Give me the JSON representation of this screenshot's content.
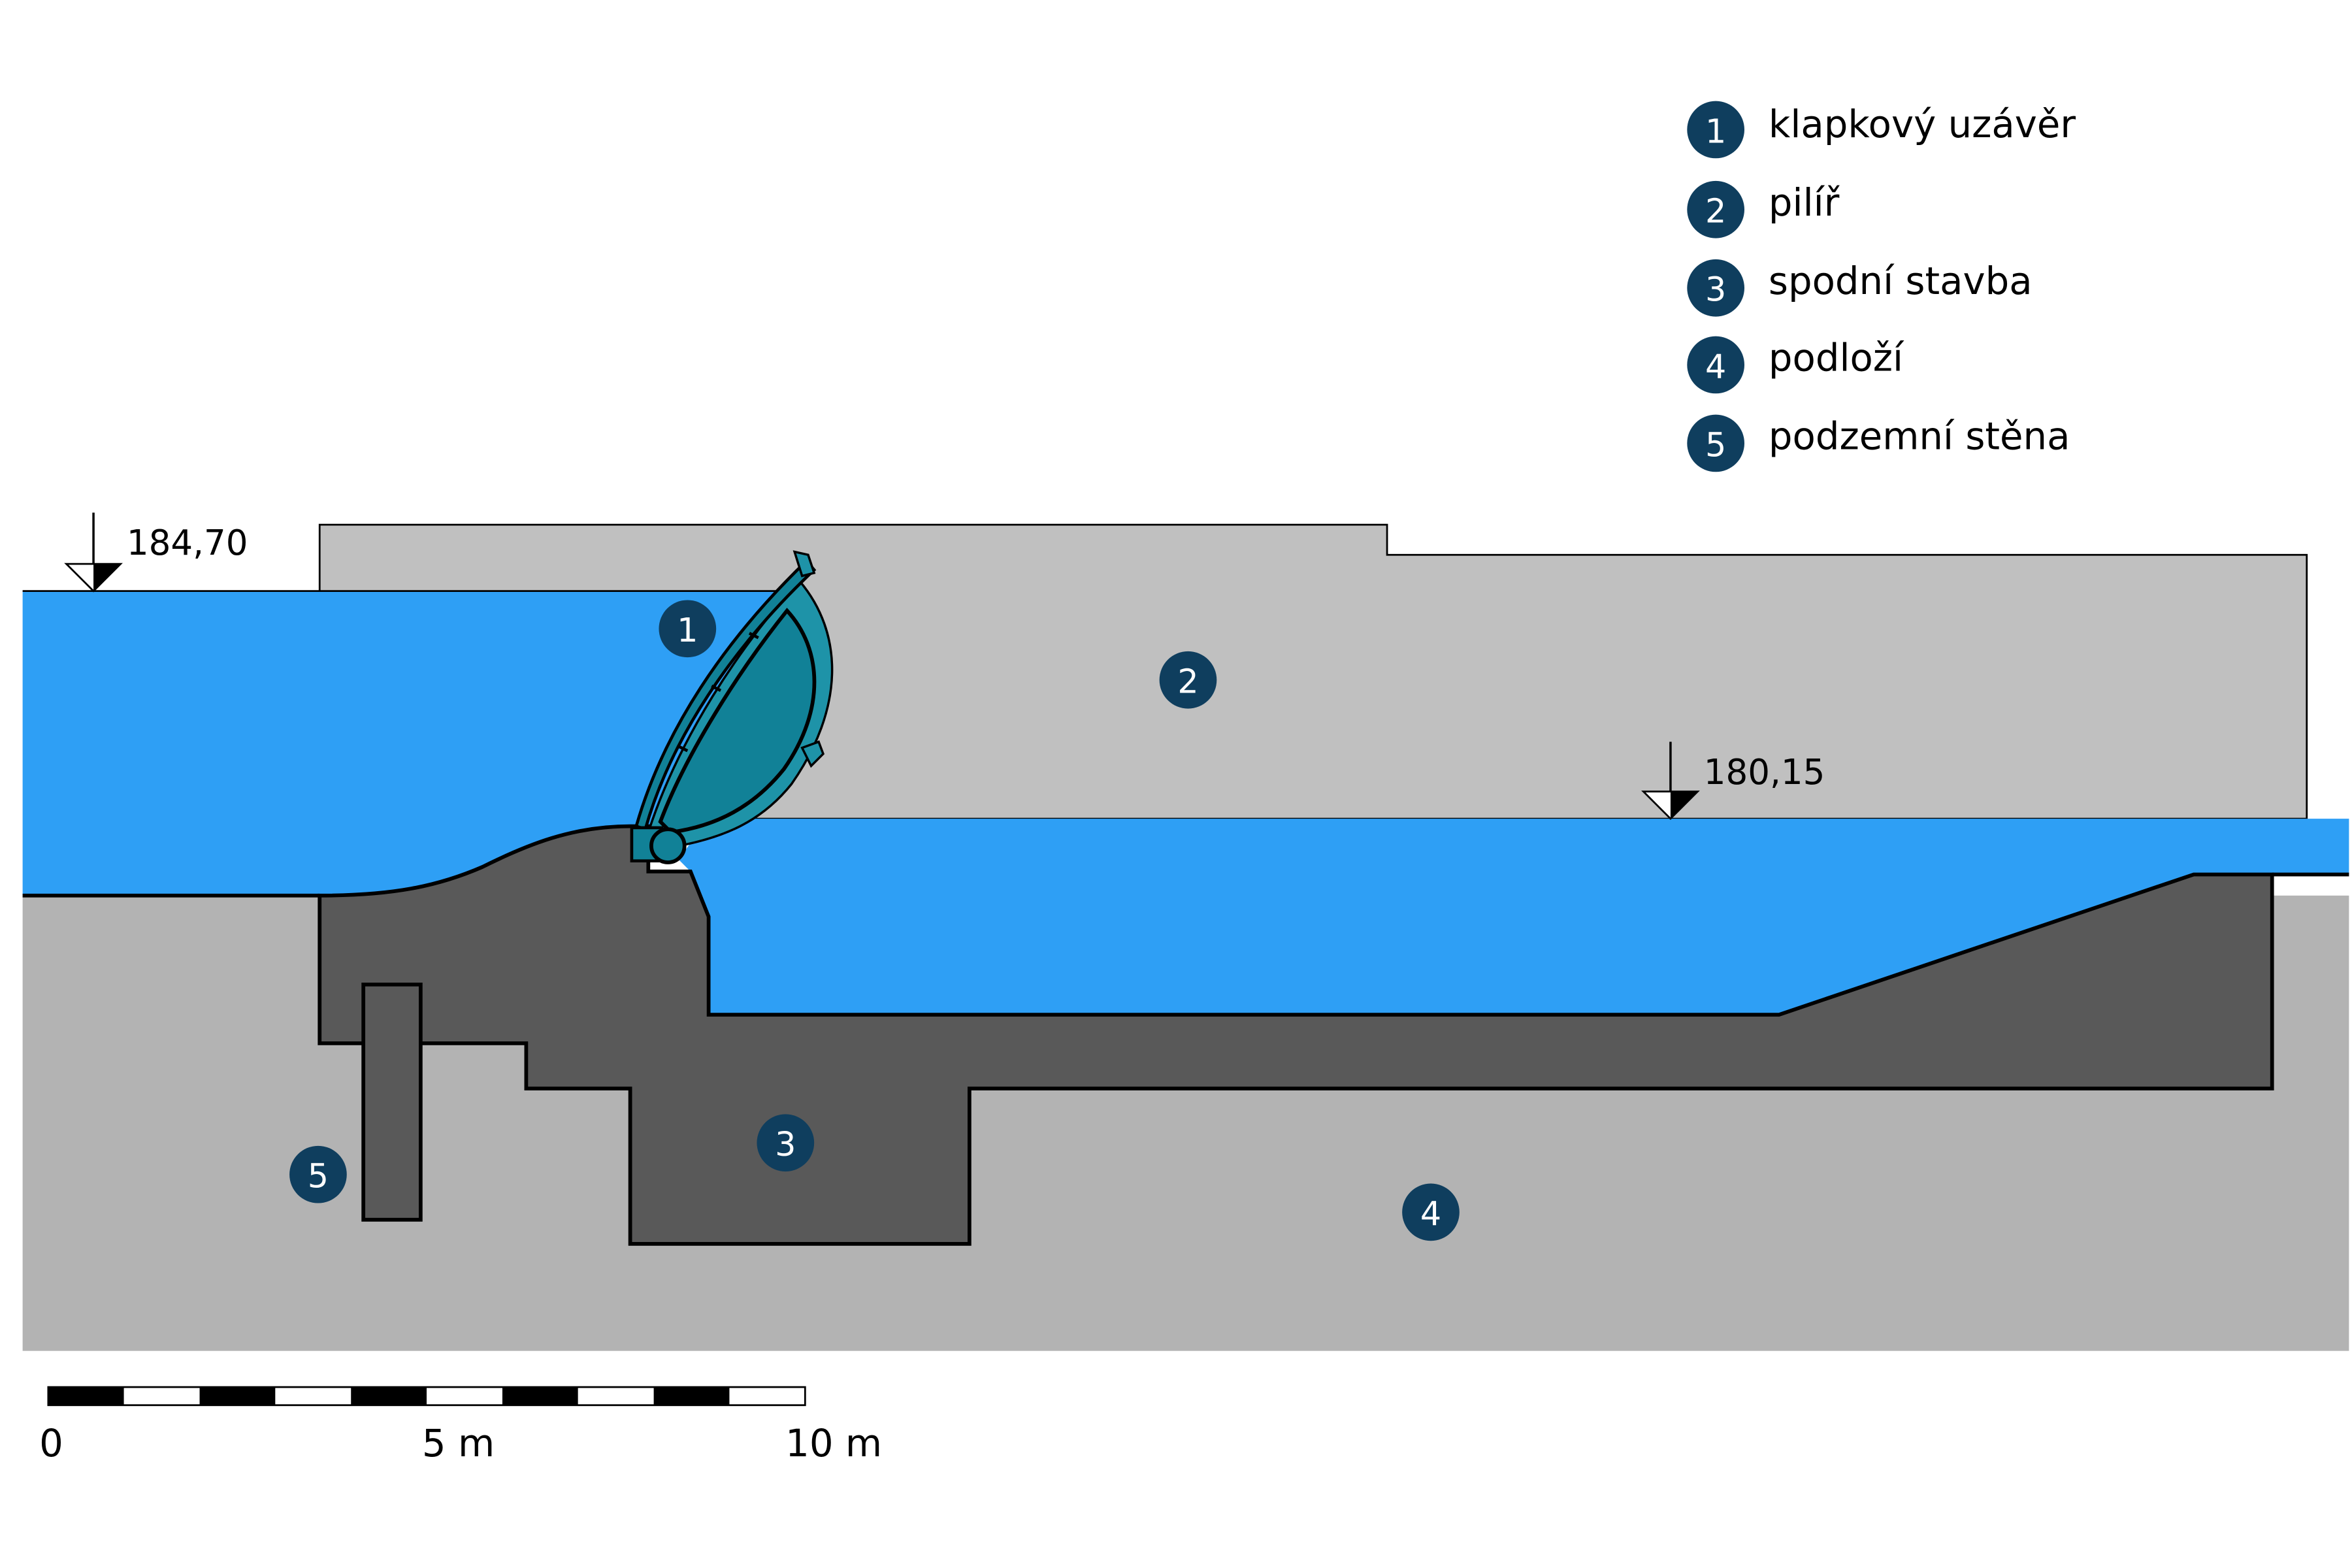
{
  "colors": {
    "water": "#2E9FF5",
    "ground": "#B3B3B3",
    "pier": "#C0C0C0",
    "concrete": "#595959",
    "gate": "#118197",
    "gate_light": "#1E93A8",
    "badge": "#0F3E5E",
    "outline": "#000000"
  },
  "legend": {
    "items": [
      {
        "number": "1",
        "label": "klapkový uzávěr"
      },
      {
        "number": "2",
        "label": "pilíř"
      },
      {
        "number": "3",
        "label": "spodní stavba"
      },
      {
        "number": "4",
        "label": "podloží"
      },
      {
        "number": "5",
        "label": "podzemní stěna"
      }
    ]
  },
  "levels": {
    "upstream": "184,70",
    "downstream": "180,15"
  },
  "markers": {
    "gate": "1",
    "pier": "2",
    "substructure": "3",
    "subsoil": "4",
    "wall": "5"
  },
  "scale_bar": {
    "labels": [
      "0",
      "5 m",
      "10 m"
    ],
    "segments": 10
  }
}
